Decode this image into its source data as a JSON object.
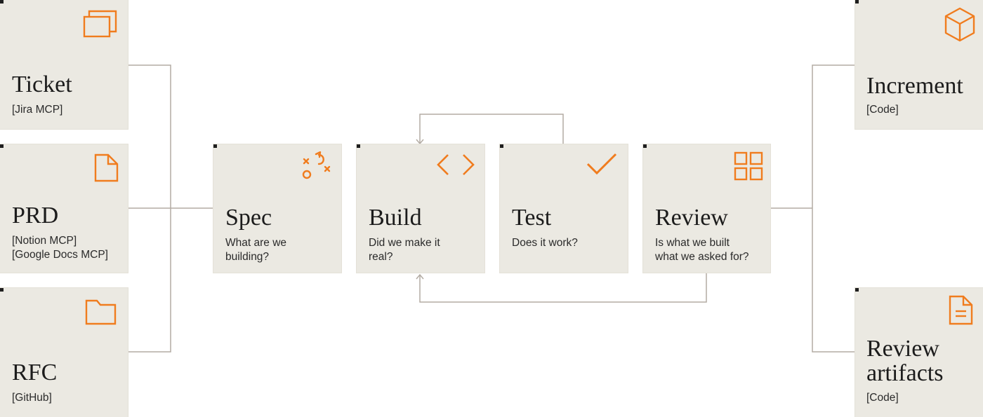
{
  "inputs": [
    {
      "title": "Ticket",
      "sources": "[Jira MCP]",
      "icon": "stacked-windows-icon"
    },
    {
      "title": "PRD",
      "sources": "[Notion MCP]\n[Google Docs MCP]",
      "icon": "document-icon"
    },
    {
      "title": "RFC",
      "sources": "[GitHub]",
      "icon": "folder-icon"
    }
  ],
  "stages": [
    {
      "title": "Spec",
      "question": "What are we\nbuilding?",
      "icon": "strategy-play-icon"
    },
    {
      "title": "Build",
      "question": "Did we make it\nreal?",
      "icon": "code-brackets-icon"
    },
    {
      "title": "Test",
      "question": "Does it work?",
      "icon": "checkmark-icon"
    },
    {
      "title": "Review",
      "question": "Is what we built\nwhat we asked for?",
      "icon": "grid-icon"
    }
  ],
  "outputs": [
    {
      "title": "Increment",
      "sources": "[Code]",
      "icon": "cube-icon"
    },
    {
      "title": "Review\nartifacts",
      "sources": "[Code]",
      "icon": "text-document-icon"
    }
  ],
  "colors": {
    "card_background": "#ebe9e2",
    "accent": "#f07c1e",
    "connector": "#b3aca3",
    "text": "#1c1c1c"
  }
}
